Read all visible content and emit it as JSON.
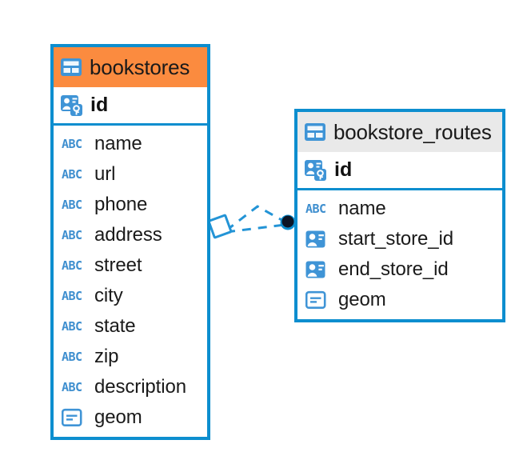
{
  "diagram": {
    "kind": "er-diagram",
    "background": "#ffffff",
    "accent_blue": "#0d8ecf",
    "header_orange": "#fb8b3f",
    "header_gray": "#e9e9e9",
    "icon_blue": "#3f94d6",
    "endpoint_dark": "#0d1a33"
  },
  "tables": [
    {
      "name": "bookstores",
      "header_icon": "table-grid-icon",
      "header_color": "#fb8b3f",
      "primary_key": {
        "label": "id",
        "icon": "primary-key-card-icon"
      },
      "fields": [
        {
          "label": "name",
          "icon": "abc-text-icon"
        },
        {
          "label": "url",
          "icon": "abc-text-icon"
        },
        {
          "label": "phone",
          "icon": "abc-text-icon"
        },
        {
          "label": "address",
          "icon": "abc-text-icon"
        },
        {
          "label": "street",
          "icon": "abc-text-icon"
        },
        {
          "label": "city",
          "icon": "abc-text-icon"
        },
        {
          "label": "state",
          "icon": "abc-text-icon"
        },
        {
          "label": "zip",
          "icon": "abc-text-icon"
        },
        {
          "label": "description",
          "icon": "abc-text-icon"
        },
        {
          "label": "geom",
          "icon": "geometry-icon"
        }
      ]
    },
    {
      "name": "bookstore_routes",
      "header_icon": "table-grid-icon",
      "header_color": "#e9e9e9",
      "primary_key": {
        "label": "id",
        "icon": "primary-key-card-icon"
      },
      "fields": [
        {
          "label": "name",
          "icon": "abc-text-icon"
        },
        {
          "label": "start_store_id",
          "icon": "foreign-key-card-icon"
        },
        {
          "label": "end_store_id",
          "icon": "foreign-key-card-icon"
        },
        {
          "label": "geom",
          "icon": "geometry-icon"
        }
      ]
    }
  ],
  "relationship": {
    "style": "dashed",
    "color": "#2394d6",
    "source_marker": "diamond-marker",
    "target_marker": "filled-circle-marker",
    "abc_glyph": "ABC"
  }
}
